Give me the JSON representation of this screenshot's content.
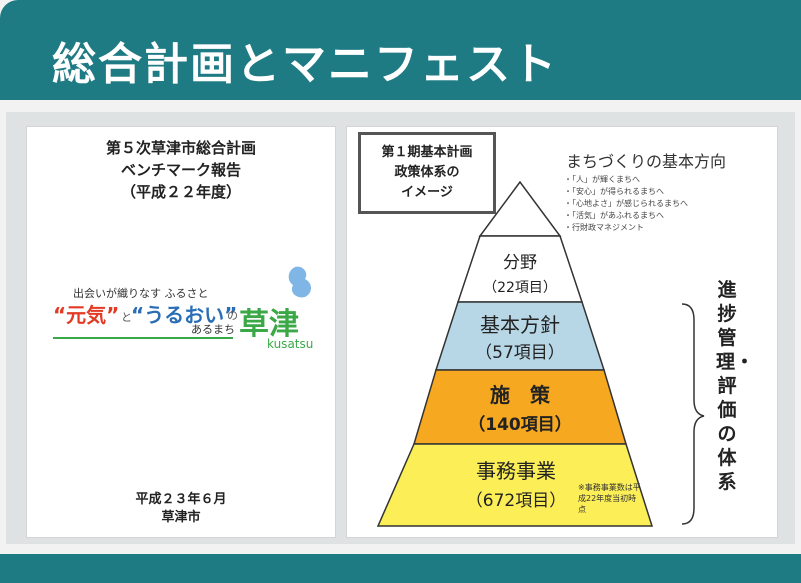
{
  "slide": {
    "title": "総合計画とマニフェスト"
  },
  "left_panel": {
    "report_title_lines": [
      "第５次草津市総合計画",
      "ベンチマーク報告",
      "（平成２２年度）"
    ],
    "logo": {
      "small_text": "出会いが織りなす ふるさと",
      "genki": "“元気”",
      "to": "と",
      "uruoi": "“うるおい”",
      "no": "の",
      "aru_machi": "あるまち",
      "kanji": "草津",
      "romaji": "kusatsu"
    },
    "date_lines": [
      "平成２３年６月",
      "草津市"
    ]
  },
  "right_panel": {
    "label_box_lines": [
      "第１期基本計画",
      "政策体系の",
      "イメージ"
    ],
    "direction_title": "まちづくりの基本方向",
    "direction_items": [
      "・「人」が輝くまちへ",
      "・「安心」が得られるまちへ",
      "・「心地よさ」が感じられるまちへ",
      "・「活気」があふれるまちへ",
      "・行財政マネジメント"
    ],
    "levels": [
      {
        "name": "分野",
        "count": "（22項目）",
        "color": "#ffffff"
      },
      {
        "name": "基本方針",
        "count": "（57項目）",
        "color": "#b7d7e6"
      },
      {
        "name": "施　策",
        "count": "（140項目）",
        "color": "#f6a821"
      },
      {
        "name": "事務事業",
        "count": "（672項目）",
        "color": "#fbee57"
      }
    ],
    "side_label": "進捗管理・評価の体系",
    "note": "※事務事業数は平成22年度当初時点"
  }
}
